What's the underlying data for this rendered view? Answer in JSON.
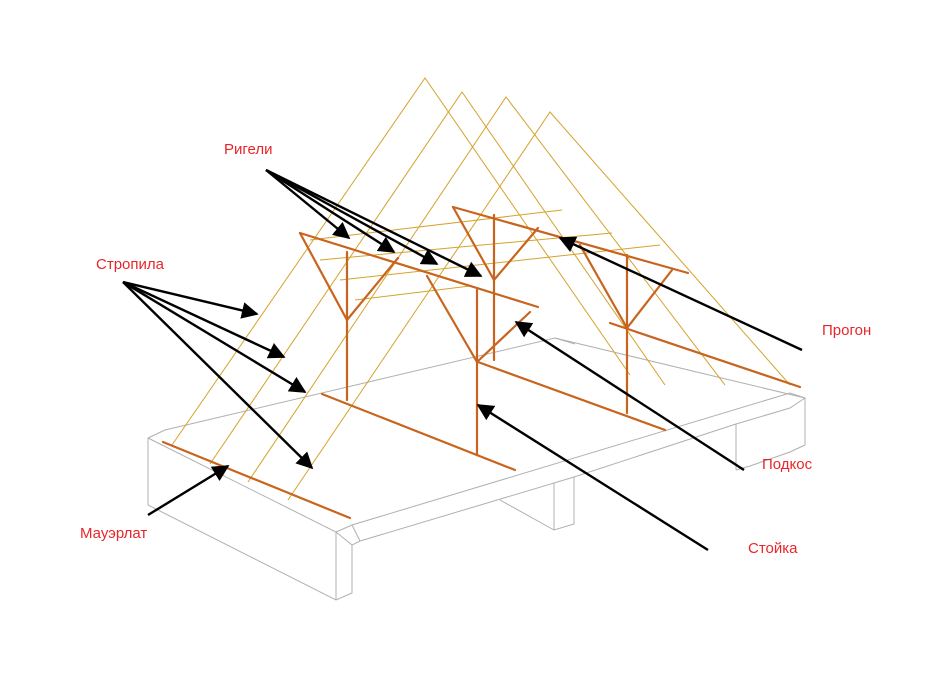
{
  "colors": {
    "label": "#e8262a",
    "timber": "#c8641e",
    "rafter": "#d4a32c",
    "slab": "#b0b0b0",
    "arrow": "#000000"
  },
  "labels": {
    "rigeli": "Ригели",
    "stropila": "Стропила",
    "progon": "Прогон",
    "podkos": "Подкос",
    "stoika": "Стойка",
    "mauerlat": "Мауэрлат"
  }
}
